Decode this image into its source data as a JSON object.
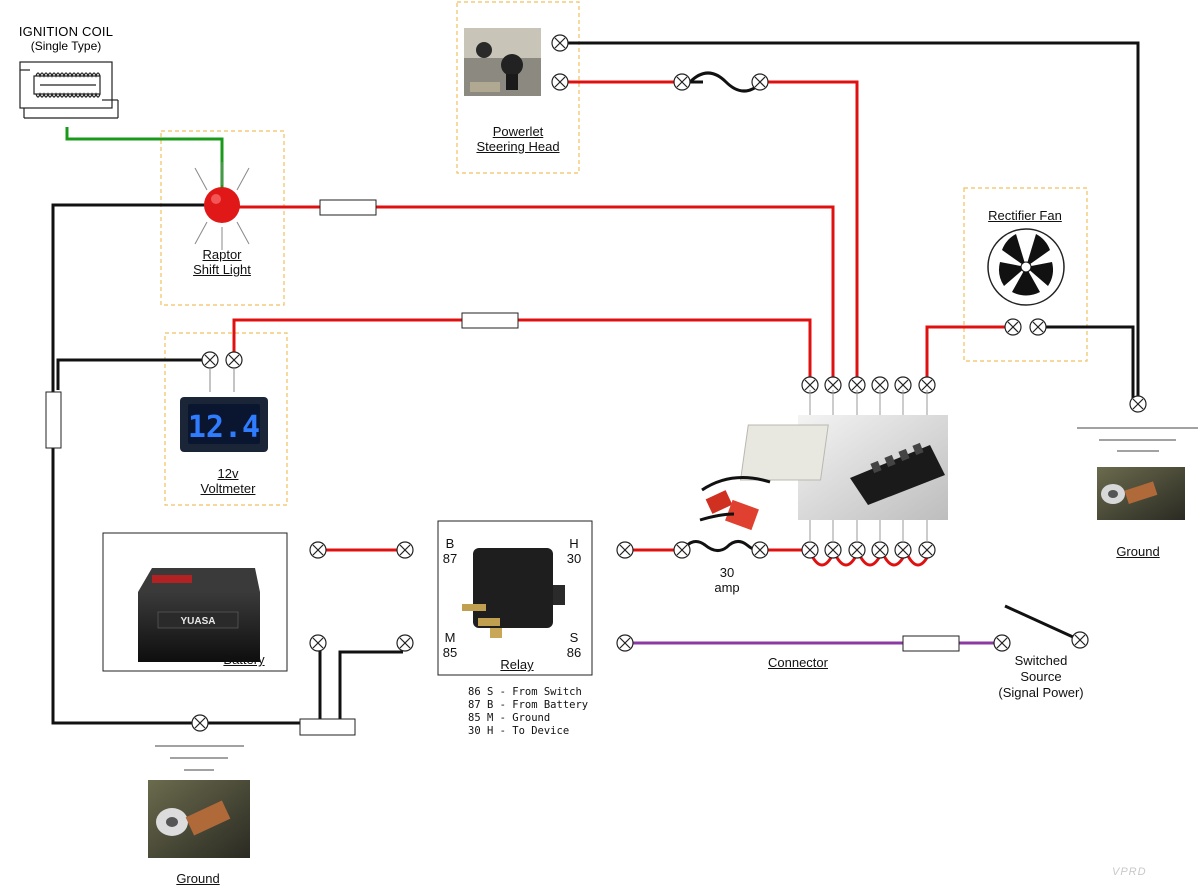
{
  "ignition_coil": {
    "title": "IGNITION COIL",
    "subtitle": "(Single Type)"
  },
  "powerlet": {
    "label_line1": "Powerlet",
    "label_line2": "Steering Head"
  },
  "shift_light": {
    "label_line1": "Raptor",
    "label_line2": "Shift Light"
  },
  "rectifier_fan": {
    "label": "Rectifier Fan"
  },
  "voltmeter": {
    "display": "12.4",
    "label_line1": "12v",
    "label_line2": "Voltmeter"
  },
  "battery": {
    "label": "Battery"
  },
  "relay": {
    "label": "Relay",
    "pins": {
      "b": {
        "letter": "B",
        "number": "87"
      },
      "m": {
        "letter": "M",
        "number": "85"
      },
      "h": {
        "letter": "H",
        "number": "30"
      },
      "s": {
        "letter": "S",
        "number": "86"
      }
    },
    "notes": [
      "86 S - From Switch",
      "87 B - From Battery",
      "85 M - Ground",
      "30 H - To Device"
    ]
  },
  "fuse_main": {
    "label_line1": "30",
    "label_line2": "amp"
  },
  "connector": {
    "label": "Connector"
  },
  "switched_source": {
    "line1": "Switched",
    "line2": "Source",
    "line3": "(Signal Power)"
  },
  "ground_right": {
    "label": "Ground"
  },
  "ground_bottom": {
    "label": "Ground"
  },
  "watermark": "VPRD",
  "colors": {
    "power_wire": "#e01010",
    "ground_wire": "#111111",
    "coil_wire": "#1a9a1a",
    "signal_wire": "#8a3aa0",
    "dashed_box": "#f0c060",
    "voltmeter_digits": "#2f7cff"
  }
}
